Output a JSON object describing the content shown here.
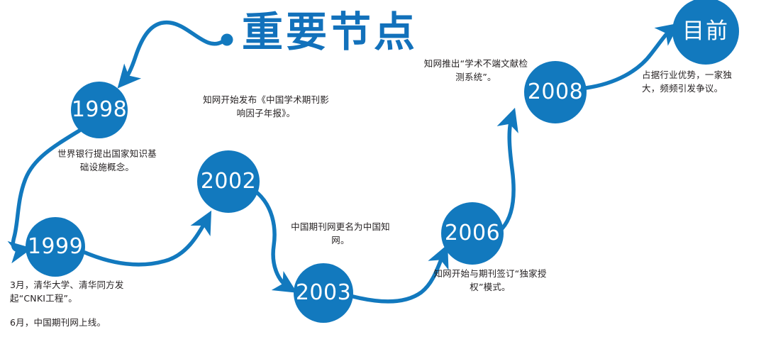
{
  "title": "重要节点",
  "theme": {
    "accent": "#1279be",
    "title_color": "#1271bb",
    "text_color": "#231f20",
    "node_text_color": "#ffffff",
    "background": "#ffffff"
  },
  "nodes": [
    {
      "id": "node-1998",
      "label": "1998"
    },
    {
      "id": "node-1999",
      "label": "1999"
    },
    {
      "id": "node-2002",
      "label": "2002"
    },
    {
      "id": "node-2003",
      "label": "2003"
    },
    {
      "id": "node-2006",
      "label": "2006"
    },
    {
      "id": "node-2008",
      "label": "2008"
    },
    {
      "id": "node-current",
      "label": "目前"
    }
  ],
  "annotations": [
    {
      "id": "ann-1998",
      "for": "1998",
      "lines": [
        "世界银行提出国家知识基础设施概念。"
      ]
    },
    {
      "id": "ann-1999",
      "for": "1999",
      "lines": [
        "3月，清华大学、清华同方发起“CNKI工程”。",
        "6月，中国期刊网上线。"
      ]
    },
    {
      "id": "ann-2002",
      "for": "2002",
      "lines": [
        "知网开始发布《中国学术期刊影响因子年报》。"
      ]
    },
    {
      "id": "ann-2003",
      "for": "2003",
      "lines": [
        "中国期刊网更名为中国知网。"
      ]
    },
    {
      "id": "ann-2006",
      "for": "2006",
      "lines": [
        "知网开始与期刊签订“独家授权”模式。"
      ]
    },
    {
      "id": "ann-2008",
      "for": "2008",
      "lines": [
        "知网推出“学术不端文献检测系统”。"
      ]
    },
    {
      "id": "ann-current",
      "for": "目前",
      "lines": [
        "占据行业优势，一家独大，频频引发争议。"
      ]
    }
  ]
}
